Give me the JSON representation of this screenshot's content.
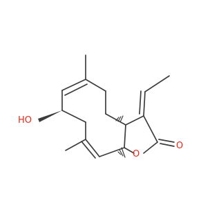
{
  "molecule": {
    "atoms": {
      "hydroxyl": "HO",
      "ring_oxygen": "O",
      "carbonyl_oxygen": "O"
    },
    "colors": {
      "bond": "#3c3c3c",
      "heteroatom": "#e8281b",
      "background": "#ffffff"
    }
  }
}
